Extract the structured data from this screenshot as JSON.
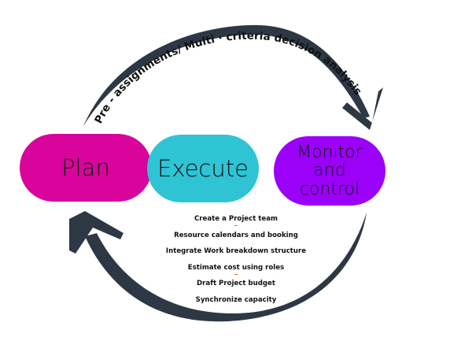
{
  "diagram": {
    "top_arc_label": "Pre - assignments/ Multi · criteria decision analysis",
    "stages": [
      {
        "label": "Plan",
        "color": "#d8049b"
      },
      {
        "label": "Execute",
        "color": "#2ec4d4"
      },
      {
        "label": "Monitor and control",
        "color": "#9b00f9"
      }
    ],
    "steps": [
      "Create a Project team",
      "Resource calendars and booking",
      "Integrate Work breakdown structure",
      "Estimate cost using  roles",
      "Draft Project budget",
      "Synchronize capacity"
    ],
    "arrow_color": "#2e3845",
    "accent_dash_color": "#f07a2a"
  }
}
